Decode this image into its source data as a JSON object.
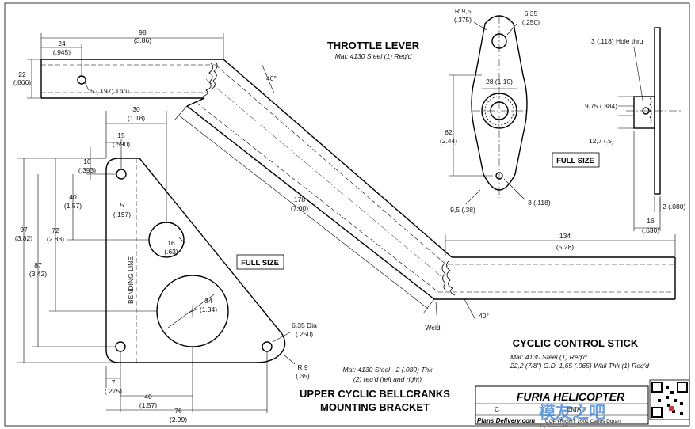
{
  "throttle": {
    "title": "THROTTLE LEVER",
    "material": "Mat: 4130 Steel (1) Req'd",
    "full_size": "FULL SIZE",
    "dims": {
      "r_a": "R 9,5",
      "r_b": "(.375)",
      "d1_a": "6,35",
      "d1_b": "(.250)",
      "hub_a": "28 (1.10)",
      "len_a": "62",
      "len_b": "(2.44)",
      "r2_a": "9,5 (.38)",
      "hole_a": "3 (.118)",
      "side_hole": "3 (.118) Hole thru",
      "boss_a": "9,75 (.384)",
      "boss2_a": "12,7 (.5)",
      "thk_a": "2 (.080)",
      "w_a": "16",
      "w_b": "(.630)"
    }
  },
  "stick": {
    "title": "CYCLIC CONTROL STICK",
    "material_1": "Mat: 4130 Steel (1) Req'd",
    "material_2": "22,2 (7/8\") O.D. 1,65 (.065) Wall Thk (1) Req'd",
    "dims": {
      "top_a": "98",
      "top_b": "(3.86)",
      "hole_a": "24",
      "hole_b": "(.945)",
      "dia_a": "22",
      "dia_b": "(.866)",
      "thru": "5 (.197) Thru",
      "ang1": "40°",
      "diag_a": "178",
      "diag_b": "(7.00)",
      "bot_a": "134",
      "bot_b": "(5.28)",
      "ang2": "40°",
      "weld": "Weld"
    }
  },
  "bracket": {
    "title_1": "UPPER CYCLIC BELLCRANKS",
    "title_2": "MOUNTING BRACKET",
    "material_1": "Mat: 4130 Steel  - 2 (.080) Thk",
    "material_2": "(2) req'd (left and right)",
    "full_size": "FULL SIZE",
    "bend_line": "BENDING LINE",
    "dims": {
      "d30_a": "30",
      "d30_b": "(1.18)",
      "d15_a": "15",
      "d15_b": "(.590)",
      "d10_a": "10",
      "d10_b": "(.393)",
      "d5_a": "5",
      "d5_b": "(.197)",
      "d40v_a": "40",
      "d40v_b": "(1.57)",
      "d72_a": "72",
      "d72_b": "(2.83)",
      "d97_a": "97",
      "d97_b": "(3.82)",
      "d87_a": "87",
      "d87_b": "(3.42)",
      "d16_a": "16",
      "d16_b": "(.63)",
      "d34_a": "34",
      "d34_b": "(1.34)",
      "d635_a": "6,35 Dia",
      "d635_b": "(.250)",
      "r9_a": "R 9",
      "r9_b": "(.35)",
      "d7_a": "7",
      "d7_b": "(.275)",
      "d40h_a": "40",
      "d40h_b": "(1.57)",
      "d76_a": "76",
      "d76_b": "(2.99)"
    }
  },
  "titleblock": {
    "brand": "FURIA HELICOPTER",
    "row2": "C",
    "row2b": "EMA",
    "footer": "Plans Delivery.com",
    "copyright": "COPYRIGHT 2001 Carlos Duran",
    "url": "http://www.mo28.com"
  },
  "watermark": {
    "text": "模友之吧"
  },
  "colors": {
    "watermark_blue": "#3a7fd0",
    "watermark_red": "#d03a3a"
  }
}
